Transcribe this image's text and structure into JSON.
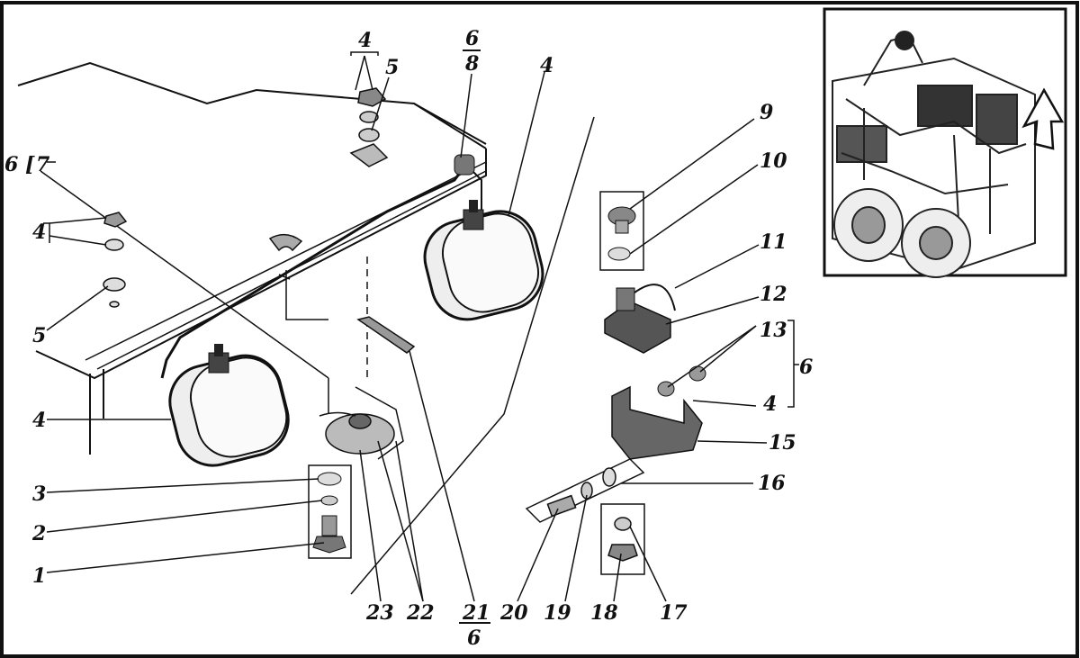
{
  "figure": {
    "labels": {
      "l1": "1",
      "l2": "2",
      "l3": "3",
      "l4a": "4",
      "l4b": "4",
      "l4c": "4",
      "l4d": "4",
      "l4e": "4",
      "l5a": "5",
      "l5b": "5",
      "l6_frac_num": "6",
      "l6_frac_den": "8",
      "l6_7_pre": "6",
      "l6_7_post": "7",
      "l6_side": "6",
      "l9": "9",
      "l10": "10",
      "l11": "11",
      "l12": "12",
      "l13": "13",
      "l15": "15",
      "l16": "16",
      "l17": "17",
      "l18": "18",
      "l19": "19",
      "l20": "20",
      "l21_num": "21",
      "l21_den": "6",
      "l22": "22",
      "l23": "23"
    },
    "parts": {
      "left_headlamp": "headlamp",
      "right_headlamp": "headlamp",
      "relay": "relay-unit",
      "bracket": "mounting-bracket",
      "clamp": "wire-clamp",
      "inset": "tractor-location-inset"
    }
  }
}
